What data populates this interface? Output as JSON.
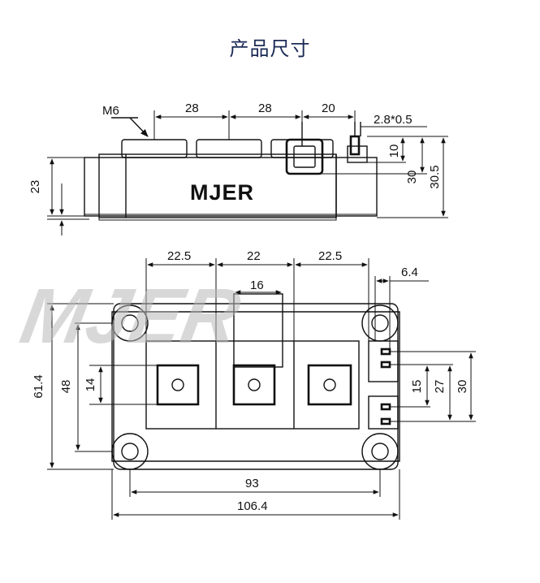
{
  "title": "产品尺寸",
  "brand_label": "MJER",
  "watermark": "MJER",
  "side_view": {
    "thread_label": "M6",
    "dims": {
      "pitch_1": "28",
      "pitch_2": "28",
      "pitch_3": "20",
      "pin": "2.8*0.5",
      "height_left": "23",
      "pin_h": "10",
      "stud_h": "30",
      "total_h": "30.5"
    }
  },
  "top_view": {
    "dims": {
      "pitch_left": "22.5",
      "pitch_mid": "22",
      "pitch_right": "22.5",
      "tab_width": "16",
      "pin_offset": "6.4",
      "height_total": "61.4",
      "height_inner": "48",
      "tab_height": "14",
      "pin_pitch": "15",
      "pin_span": "27",
      "pin_span_outer": "30",
      "hole_pitch": "93",
      "length_total": "106.4"
    }
  }
}
